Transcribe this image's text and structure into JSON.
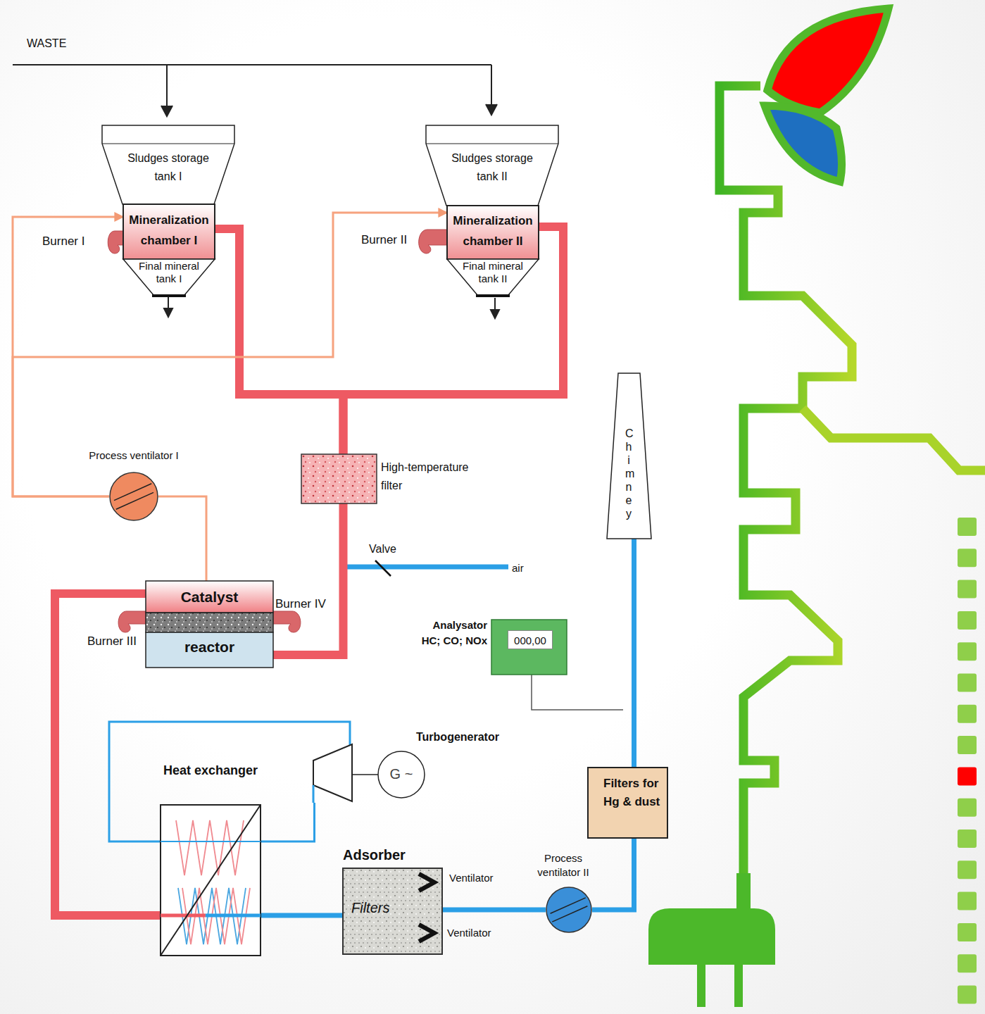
{
  "diagram": {
    "nodes": [
      {
        "text": [
          "Sludges storage tank I"
        ]
      },
      {
        "text": [
          "Mineralization chamber I"
        ]
      },
      {
        "text": [
          "Final mineral tank I"
        ]
      },
      {
        "text": [
          "Sludges storage tank II"
        ]
      },
      {
        "text": [
          "Mineralization chamber II"
        ]
      },
      {
        "text": [
          "Final mineral tank II"
        ]
      },
      {
        "text": [
          "High-temperature filter"
        ]
      },
      {
        "text": [
          "Process ventilator I"
        ]
      },
      {
        "text": [
          "Catalyst",
          "reactor"
        ]
      },
      {
        "text": [
          "Analysator HC; CO; NOx",
          "000,00"
        ]
      },
      {
        "text": [
          "Chimney"
        ]
      },
      {
        "text": [
          "Heat exchanger"
        ]
      },
      {
        "text": [
          "Turbogenerator",
          "G ~"
        ]
      },
      {
        "text": [
          "Adsorber",
          "Filters"
        ]
      },
      {
        "text": [
          "Process ventilator II"
        ]
      },
      {
        "text": [
          "Filters for Hg & dust"
        ]
      }
    ],
    "edges": [
      {
        "from": 1,
        "to": 6,
        "arrow": "none"
      },
      {
        "from": 4,
        "to": 6,
        "arrow": "none"
      },
      {
        "from": 6,
        "to": 8,
        "arrow": "none"
      },
      {
        "from": 8,
        "to": 7,
        "arrow": "none"
      },
      {
        "from": 7,
        "to": 1,
        "arrow": "to"
      },
      {
        "from": 7,
        "to": 4,
        "arrow": "to"
      },
      {
        "from": 8,
        "to": 11,
        "arrow": "none"
      },
      {
        "from": 11,
        "to": 12,
        "arrow": "none"
      },
      {
        "from": 11,
        "to": 13,
        "arrow": "none"
      },
      {
        "from": 13,
        "to": 14,
        "arrow": "none"
      },
      {
        "from": 14,
        "to": 15,
        "arrow": "none"
      },
      {
        "from": 15,
        "to": 10,
        "arrow": "none"
      }
    ],
    "labels": [
      "WASTE",
      "Burner I",
      "Burner II",
      "Burner III",
      "Burner IV",
      "Valve",
      "air",
      "Ventilator",
      "Ventilator"
    ]
  }
}
